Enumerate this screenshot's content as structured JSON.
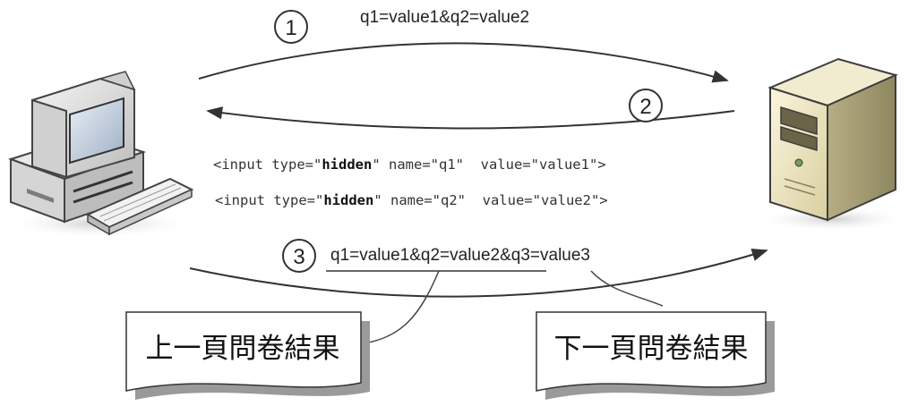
{
  "step1": {
    "number": "1",
    "query": "q1=value1&q2=value2"
  },
  "step2": {
    "number": "2",
    "hidden_inputs": [
      {
        "prefix": "<input type=\"",
        "type": "hidden",
        "rest": "\" name=\"q1\"  value=\"value1\">"
      },
      {
        "prefix": "<input type=\"",
        "type": "hidden",
        "rest": "\" name=\"q2\"  value=\"value2\">"
      }
    ]
  },
  "step3": {
    "number": "3",
    "query_prev": "q1=value1&q2=value2",
    "query_next": "&q3=value3"
  },
  "notes": {
    "previous_page": "上一頁問卷結果",
    "next_page": "下一頁問卷結果"
  },
  "icons": {
    "client": "desktop-computer-icon",
    "server": "server-tower-icon"
  },
  "colors": {
    "stroke": "#4a4a4a",
    "text": "#222222",
    "note_bg": "#ffffff",
    "note_shadow": "#9a9a9a"
  }
}
